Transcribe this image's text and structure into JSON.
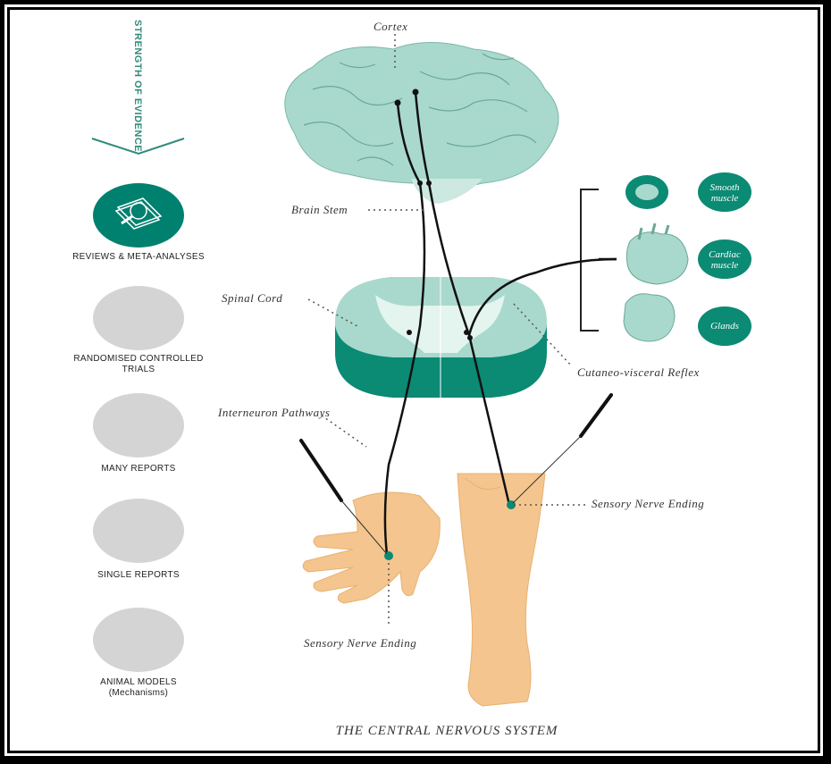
{
  "evidence": {
    "title": "STRENGTH OF EVIDENCE",
    "levels": [
      {
        "label": "REVIEWS & META-ANALYSES",
        "icon": "magnifier-on-papers-icon",
        "active": true
      },
      {
        "label": "RANDOMISED CONTROLLED TRIALS",
        "icon": "two-people-icon",
        "active": false
      },
      {
        "label": "MANY REPORTS",
        "icon": "group-of-people-icon",
        "active": false
      },
      {
        "label": "SINGLE REPORTS",
        "icon": "single-person-icon",
        "active": false
      },
      {
        "label": "ANIMAL MODELS (Mechanisms)",
        "icon": "rat-icon",
        "active": false
      }
    ]
  },
  "diagram": {
    "labels": {
      "cortex": "Cortex",
      "brain_stem": "Brain Stem",
      "spinal_cord": "Spinal Cord",
      "interneuron": "Interneuron Pathways",
      "reflex": "Cutaneo-visceral Reflex",
      "sensory_leg": "Sensory Nerve Ending",
      "sensory_hand": "Sensory Nerve Ending"
    },
    "targets": [
      {
        "line1": "Smooth",
        "line2": "muscle"
      },
      {
        "line1": "Cardiac",
        "line2": "muscle"
      },
      {
        "line1": "Glands",
        "line2": ""
      }
    ],
    "title": "THE CENTRAL NERVOUS SYSTEM"
  },
  "colors": {
    "teal_dark": "#00806e",
    "teal_light": "#a9d9cc",
    "skin": "#f4c58e",
    "gray": "#d4d4d4"
  }
}
